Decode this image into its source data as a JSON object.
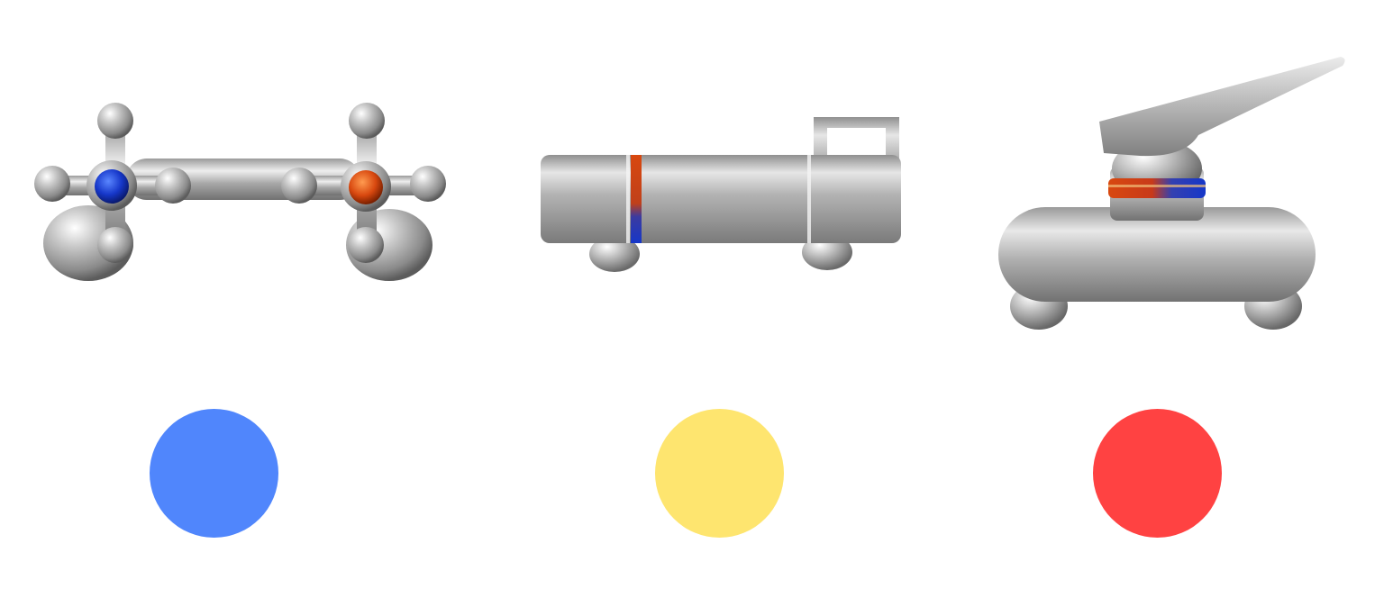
{
  "faucets": [
    {
      "name": "two-handle-cross-faucet",
      "icon": "cross-handle-faucet-icon"
    },
    {
      "name": "thermostatic-bar-faucet",
      "icon": "thermostatic-faucet-icon"
    },
    {
      "name": "single-lever-mixer-faucet",
      "icon": "lever-mixer-faucet-icon"
    }
  ],
  "choices": [
    {
      "name": "blue-choice",
      "color": "#5086FC"
    },
    {
      "name": "yellow-choice",
      "color": "#FEE56F"
    },
    {
      "name": "red-choice",
      "color": "#FF4242"
    }
  ],
  "colors": {
    "chrome_light": "#E8E8E8",
    "chrome_mid": "#A9A9A9",
    "chrome_dark": "#6E6E6E",
    "cold": "#1637C9",
    "hot": "#D8480F"
  }
}
